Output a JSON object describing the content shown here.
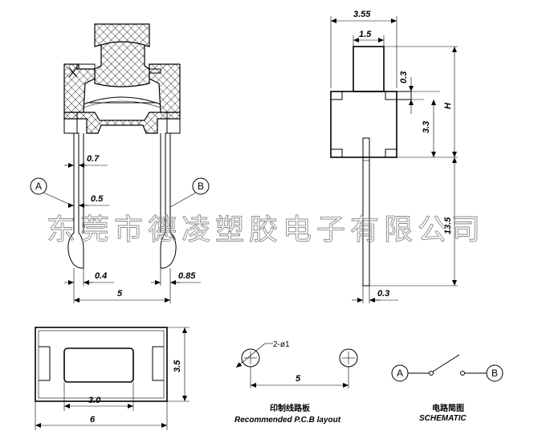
{
  "watermark": "东莞市德凌塑胶电子有限公司",
  "front_view": {
    "dim_lead_pitch_upper": "0.7",
    "dim_lead_width": "0.5",
    "dim_lead_tip": "0.4",
    "dim_spacing": "5",
    "dim_tip_offset": "0.85",
    "callout_a": "A",
    "callout_b": "B"
  },
  "side_view": {
    "dim_width": "3.55",
    "dim_actuator": "1.5",
    "dim_actuator_step": "0.3",
    "dim_body": "3.3",
    "dim_height": "H",
    "dim_lead_length": "13.5",
    "dim_lead_thickness": "0.3"
  },
  "top_view": {
    "dim_height": "3.5",
    "dim_actuator": "3.0",
    "dim_width": "6"
  },
  "pcb_layout": {
    "hole_label": "2-ø1",
    "dim_spacing": "5",
    "title_cn": "印制线路板",
    "title_en": "Recommended P.C.B layout"
  },
  "schematic": {
    "node_a": "A",
    "node_b": "B",
    "title_cn": "电路简图",
    "title_en": "SCHEMATIC"
  }
}
